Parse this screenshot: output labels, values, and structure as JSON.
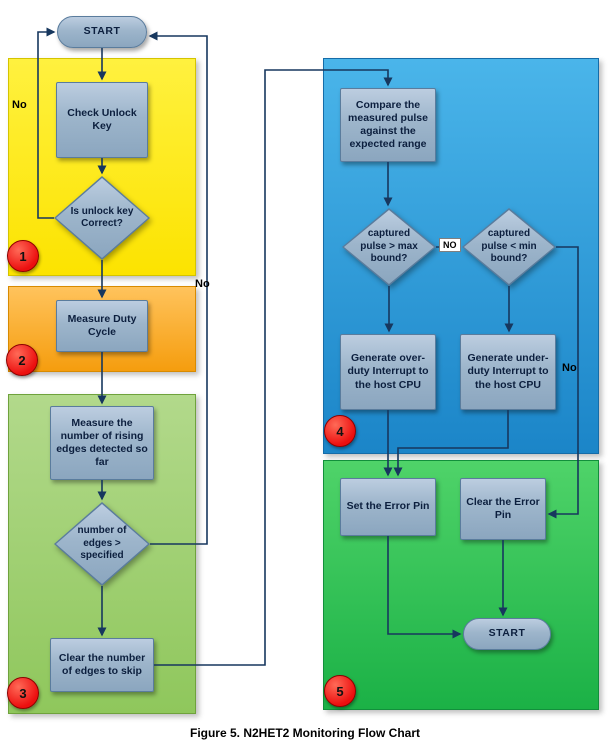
{
  "caption": "Figure 5. N2HET2 Monitoring Flow Chart",
  "nodes": {
    "start_top": "START",
    "check_unlock": "Check Unlock Key",
    "unlock_correct": "Is unlock key Correct?",
    "measure_duty": "Measure Duty Cycle",
    "measure_edges": "Measure the number of rising edges detected so far",
    "edges_specified": "number of edges > specified",
    "clear_edges": "Clear the number of edges to skip",
    "compare_pulse": "Compare the measured pulse against the expected range",
    "max_bound": "captured pulse > max bound?",
    "min_bound": "captured pulse < min bound?",
    "over_duty": "Generate over-duty Interrupt to the host CPU",
    "under_duty": "Generate under-duty Interrupt to the host CPU",
    "set_error": "Set the Error Pin",
    "clear_error": "Clear the Error Pin",
    "start_bottom": "START"
  },
  "edge_labels": {
    "unlock_no": "No",
    "edges_no": "No",
    "max_no": "NO",
    "min_no": "No"
  },
  "badges": {
    "step1": "1",
    "step2": "2",
    "step3": "3",
    "step4": "4",
    "step5": "5"
  },
  "colors": {
    "region_unlock": "#fce300",
    "region_duty": "#f59d0e",
    "region_edges": "#9dcc6c",
    "region_compare": "#2b9fdc",
    "region_error": "#2cc24f",
    "node_fill": "#a5bcd1",
    "node_border": "#5a7c9d",
    "connector": "#17375e",
    "badge": "#ec0f0f"
  }
}
